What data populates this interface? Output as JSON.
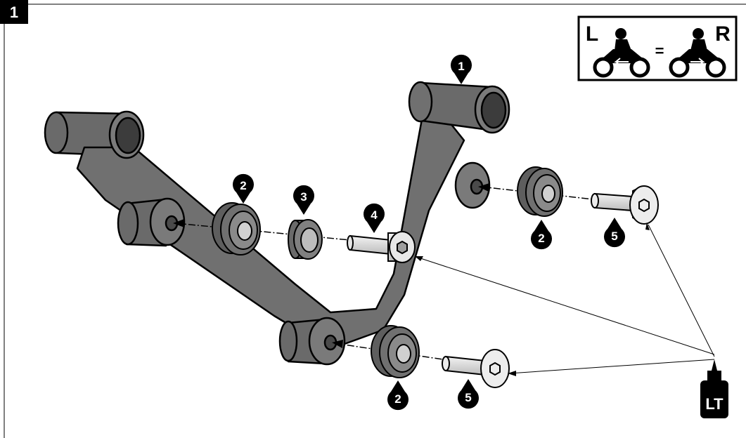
{
  "step_number": "1",
  "side_symbol": {
    "left_letter": "L",
    "equals": "=",
    "right_letter": "R"
  },
  "callouts": {
    "p1": "1",
    "p2_upper_left": "2",
    "p3": "3",
    "p4": "4",
    "p2_right": "2",
    "p5_right": "5",
    "p2_lower": "2",
    "p5_lower": "5"
  },
  "threadlocker_label": "LT",
  "colors": {
    "part_fill": "#707070",
    "part_dark": "#4a4a4a",
    "part_light": "#9a9a9a",
    "bolt_fill": "#d9d9d9",
    "outline": "#000000",
    "background": "#ffffff"
  }
}
